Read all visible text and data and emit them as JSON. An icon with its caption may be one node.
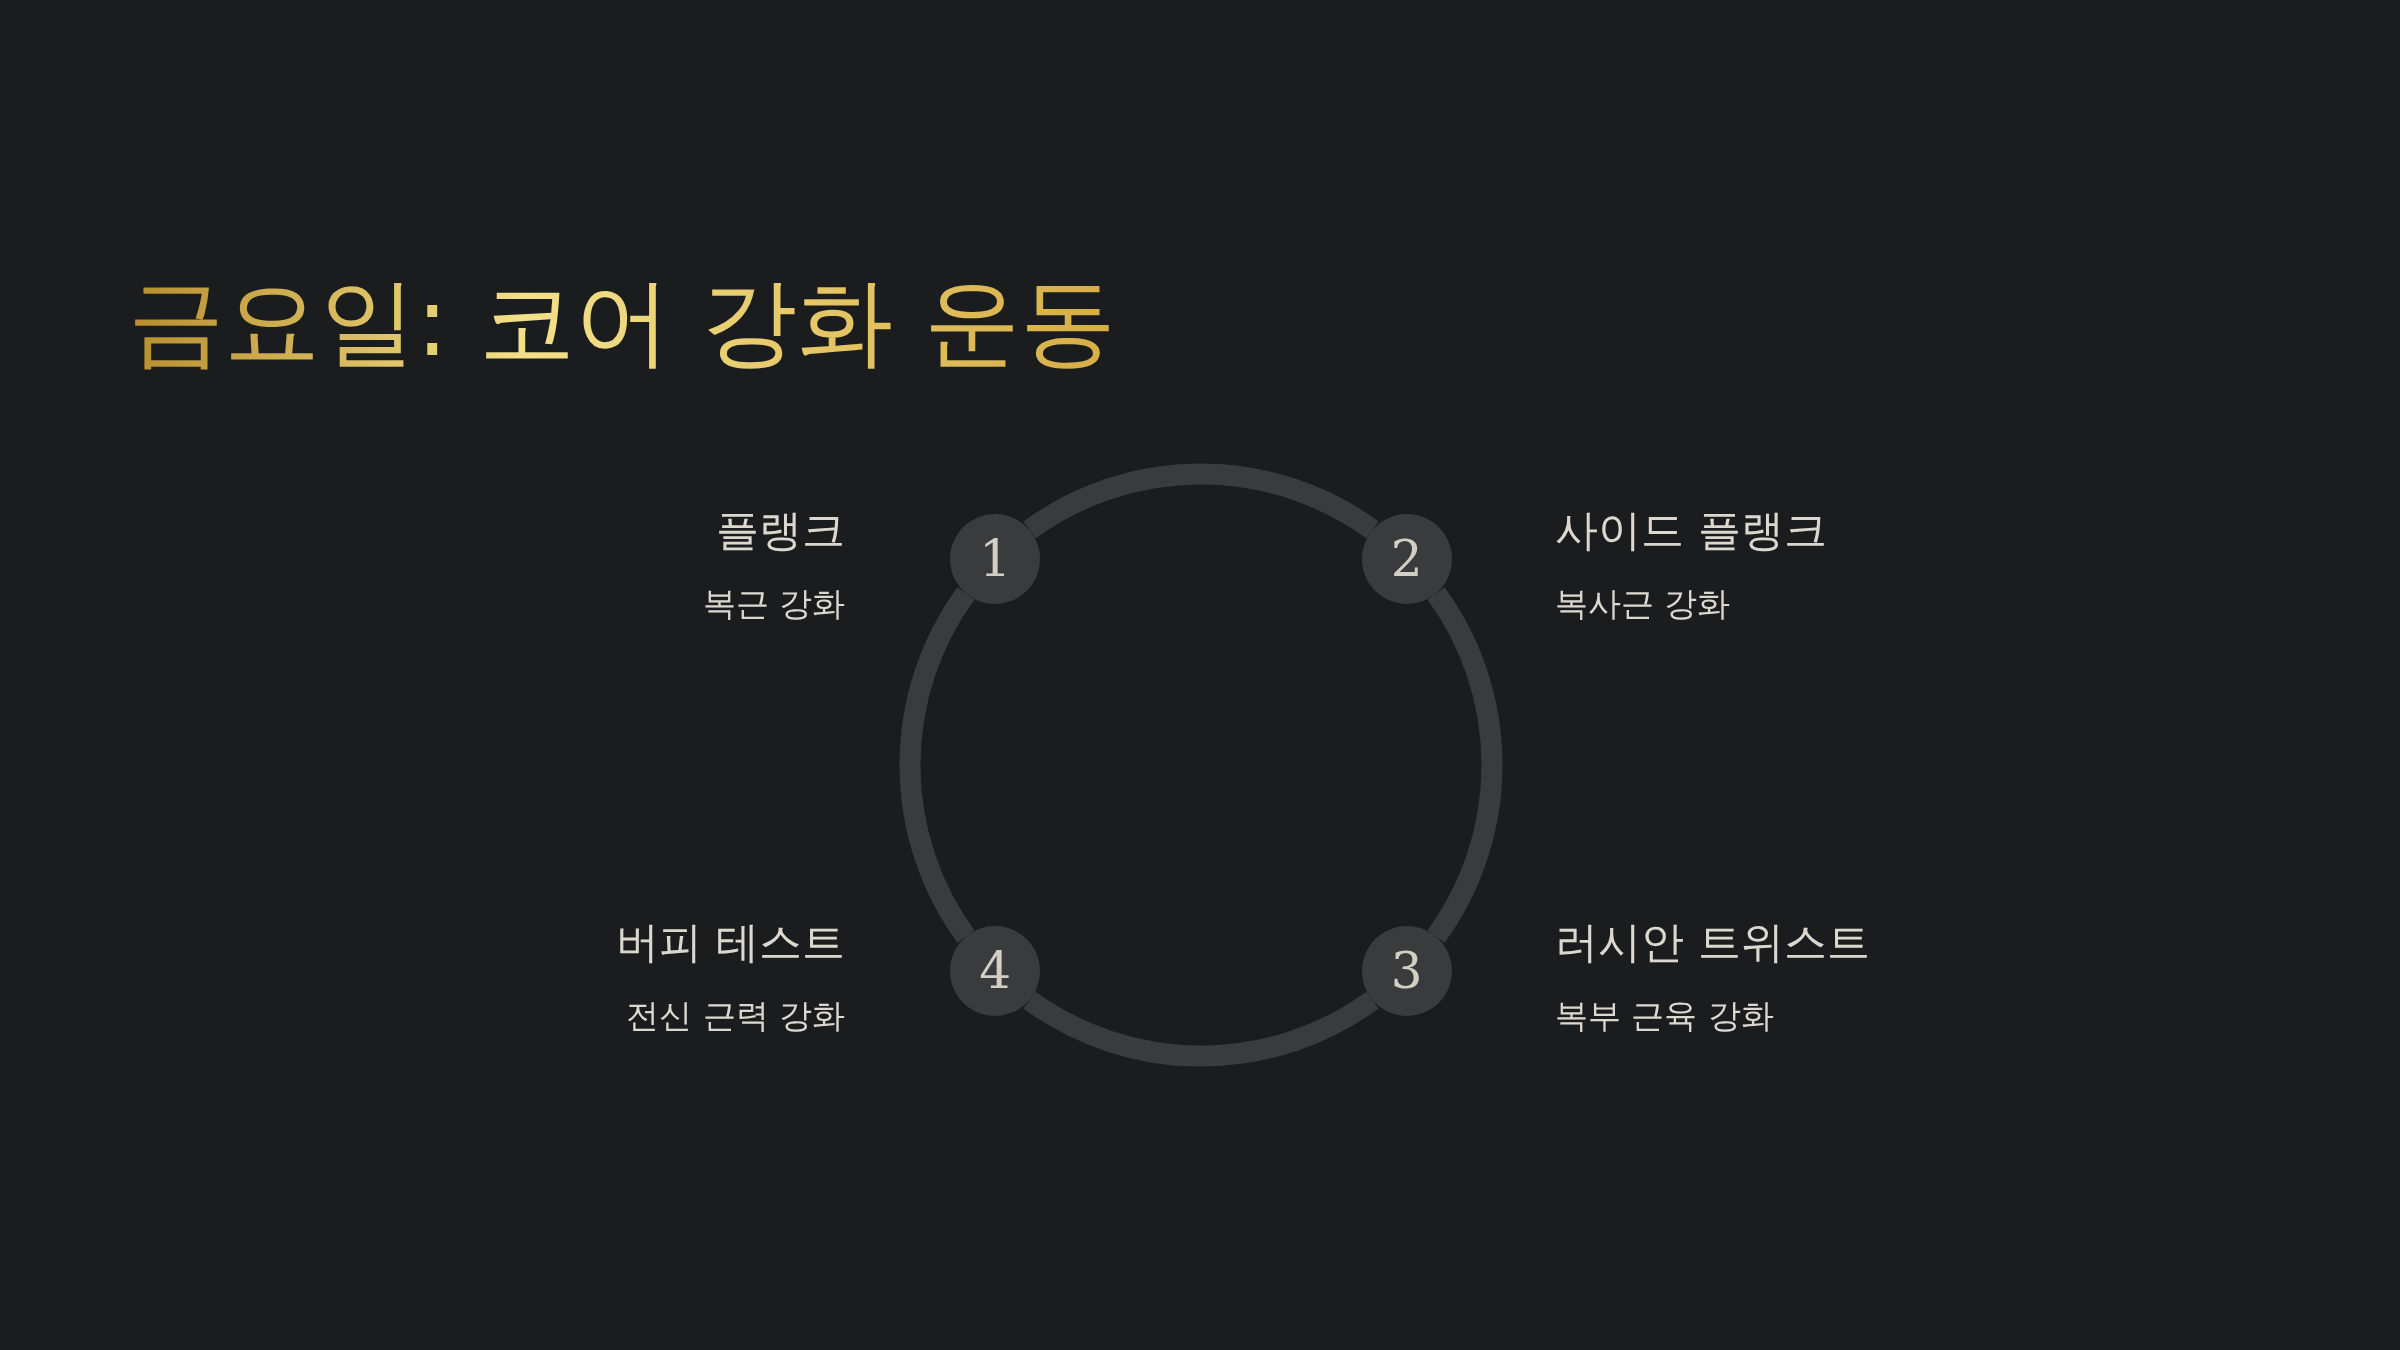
{
  "diagram": {
    "title": "금요일: 코어 강화 운동",
    "nodes": [
      {
        "text": [
          "1"
        ],
        "beside": [
          "플랭크",
          "복근 강화"
        ]
      },
      {
        "text": [
          "2"
        ],
        "beside": [
          "사이드 플랭크",
          "복사근 강화"
        ]
      },
      {
        "text": [
          "3"
        ],
        "beside": [
          "러시안 트위스트",
          "복부 근육 강화"
        ]
      },
      {
        "text": [
          "4"
        ],
        "beside": [
          "버피 테스트",
          "전신 근력 강화"
        ]
      }
    ],
    "edges": [
      {
        "from": 0,
        "to": 1,
        "arrow": "none"
      },
      {
        "from": 1,
        "to": 2,
        "arrow": "none"
      },
      {
        "from": 2,
        "to": 3,
        "arrow": "none"
      },
      {
        "from": 3,
        "to": 0,
        "arrow": "none"
      }
    ]
  }
}
